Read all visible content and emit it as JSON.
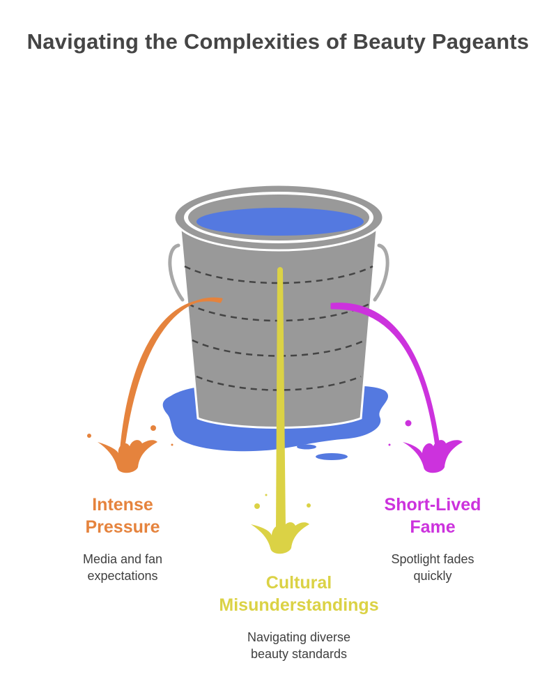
{
  "title": "Navigating the Complexities of Beauty Pageants",
  "colors": {
    "bucket": "#999999",
    "bucket_outline": "#ffffff",
    "water": "#5479e0",
    "handle": "#a8a8a8",
    "dashes": "#444444",
    "intense_pressure": "#e5833d",
    "cultural": "#dbd245",
    "short_lived": "#cc32dd"
  },
  "items": [
    {
      "id": "intense-pressure",
      "heading": "Intense\nPressure",
      "description": "Media and fan\nexpectations",
      "color": "#e5833d"
    },
    {
      "id": "cultural-misunderstandings",
      "heading": "Cultural\nMisunderstandings",
      "description": "Navigating diverse\nbeauty standards",
      "color": "#dbd245"
    },
    {
      "id": "short-lived-fame",
      "heading": "Short-Lived\nFame",
      "description": "Spotlight fades\nquickly",
      "color": "#cc32dd"
    }
  ]
}
